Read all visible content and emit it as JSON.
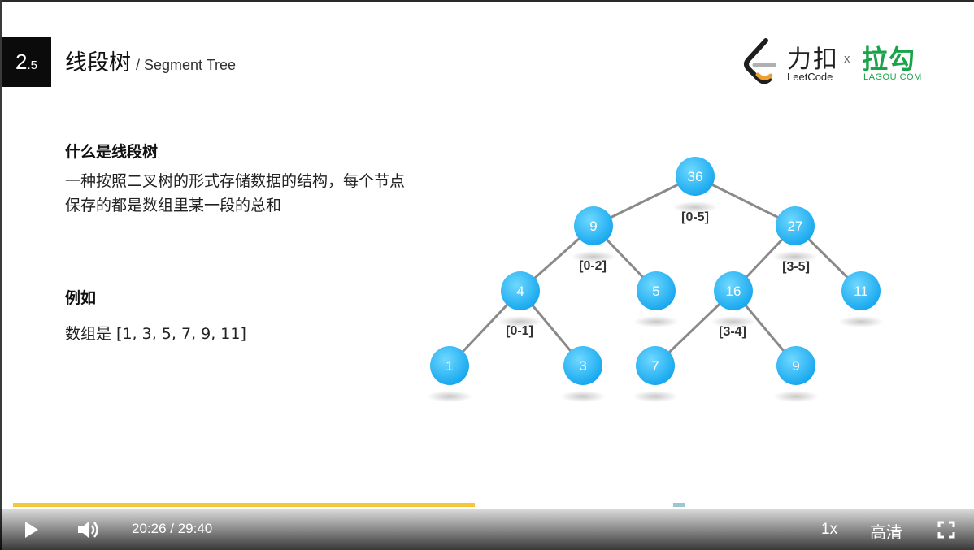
{
  "header": {
    "section_number": "2",
    "section_sub": ".5",
    "title": "线段树",
    "subtitle": "/ Segment Tree"
  },
  "logos": {
    "leetcode_cn": "力扣",
    "leetcode_en": "LeetCode",
    "separator": "x",
    "lagou_cn": "拉勾",
    "lagou_en": "LAGOU.COM",
    "leetcode_color": "#f0a030",
    "lagou_color": "#1aa34a"
  },
  "content": {
    "heading_what": "什么是线段树",
    "description_line1": "一种按照二叉树的形式存储数据的结构，每个节点",
    "description_line2": "保存的都是数组里某一段的总和",
    "heading_example": "例如",
    "array_text": "数组是 [1, 3, 5, 7, 9, 11]"
  },
  "tree": {
    "node_color": "#29b6f6",
    "nodes": [
      {
        "value": "36"
      },
      {
        "value": "9"
      },
      {
        "value": "27"
      },
      {
        "value": "4"
      },
      {
        "value": "5"
      },
      {
        "value": "16"
      },
      {
        "value": "11"
      },
      {
        "value": "1"
      },
      {
        "value": "3"
      },
      {
        "value": "7"
      },
      {
        "value": "9"
      }
    ],
    "ranges": [
      "[0-5]",
      "[0-2]",
      "[3-5]",
      "[0-1]",
      "[3-4]"
    ]
  },
  "player": {
    "current_time": "20:26",
    "duration": "29:40",
    "time_display": "20:26 / 29:40",
    "progress": 0.688,
    "played_color": "#f5c53b",
    "speed": "1x",
    "quality": "高清",
    "icons": [
      "play-icon",
      "volume-icon",
      "fullscreen-icon"
    ]
  }
}
